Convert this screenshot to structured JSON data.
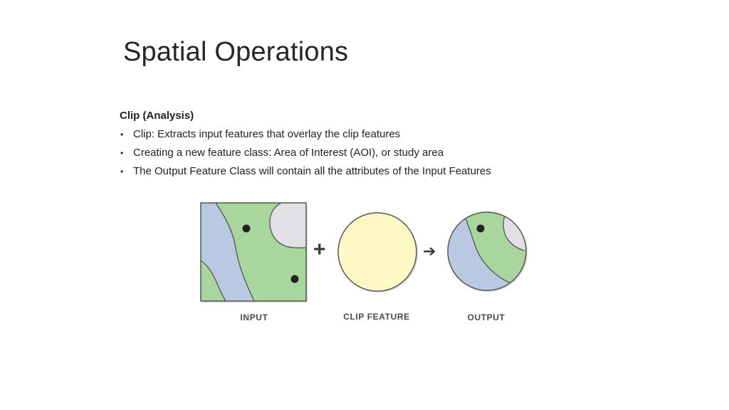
{
  "slide": {
    "title": "Spatial Operations"
  },
  "content": {
    "heading": "Clip (Analysis)",
    "bullets": [
      "Clip: Extracts input features that overlay the clip features",
      "Creating a new feature class: Area of Interest (AOI), or study area",
      "The Output Feature Class will contain all the attributes of the Input Features"
    ]
  },
  "figure": {
    "labels": {
      "input": "INPUT",
      "clip_feature": "CLIP FEATURE",
      "output": "OUTPUT"
    },
    "operators": {
      "plus": "+",
      "arrow": "➔"
    },
    "colors": {
      "blue_region": "#b8c9e1",
      "green_region": "#a8d69c",
      "gray_region": "#e3e0e5",
      "clip_fill": "#fdf8c4",
      "outline": "#555555",
      "point": "#222222"
    }
  }
}
